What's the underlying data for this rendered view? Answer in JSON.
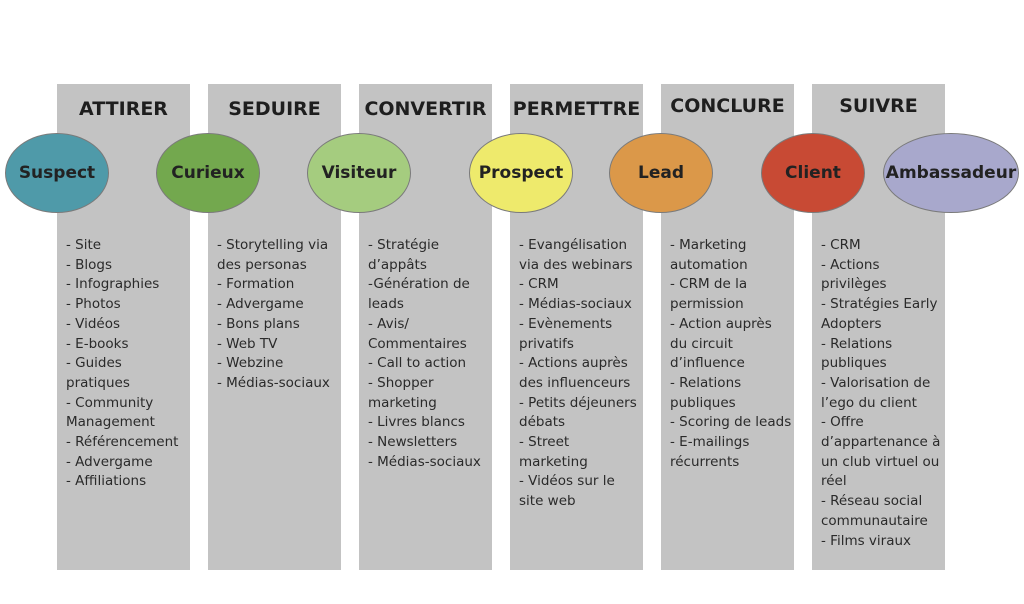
{
  "phases": [
    {
      "title": "ATTIRER",
      "items": [
        "- Site",
        "- Blogs",
        "- Infographies",
        "- Photos",
        "- Vidéos",
        "- E-books",
        "- Guides pratiques",
        "- Community Management",
        "- Référencement",
        "- Advergame",
        "- Affiliations"
      ]
    },
    {
      "title": "SEDUIRE",
      "items": [
        "- Storytelling via des personas",
        "- Formation",
        "- Advergame",
        "- Bons plans",
        "- Web TV",
        "- Webzine",
        "- Médias-sociaux"
      ]
    },
    {
      "title": "CONVERTIR",
      "items": [
        "- Stratégie d’appâts",
        "-Génération de leads",
        "- Avis/ Commentaires",
        "- Call to action",
        "- Shopper marketing",
        "- Livres blancs",
        "- Newsletters",
        "- Médias-sociaux"
      ]
    },
    {
      "title": "PERMETTRE",
      "items": [
        "- Evangélisation via des webinars",
        "- CRM",
        "- Médias-sociaux",
        "- Evènements privatifs",
        "- Actions auprès des influenceurs",
        "- Petits déjeuners débats",
        "- Street marketing",
        "- Vidéos sur le site web"
      ]
    },
    {
      "title": "CONCLURE",
      "items": [
        "- Marketing automation",
        "- CRM de la permission",
        "- Action auprès du circuit d’influence",
        "- Relations publiques",
        "- Scoring de leads",
        "- E-mailings récurrents"
      ]
    },
    {
      "title": "SUIVRE",
      "items": [
        "- CRM",
        "- Actions privilèges",
        "- Stratégies Early Adopters",
        "- Relations publiques",
        "- Valorisation de l’ego du client",
        "- Offre d’appartenance à un club virtuel ou réel",
        "- Réseau social communautaire",
        "- Films viraux"
      ]
    }
  ],
  "stages": [
    {
      "label": "Suspect",
      "color": "#4f9aa9"
    },
    {
      "label": "Curieux",
      "color": "#73a84e"
    },
    {
      "label": "Visiteur",
      "color": "#a5cc7f"
    },
    {
      "label": "Prospect",
      "color": "#eeea6c"
    },
    {
      "label": "Lead",
      "color": "#db9849"
    },
    {
      "label": "Client",
      "color": "#c84a34"
    },
    {
      "label": "Ambassadeur",
      "color": "#a8a8cc"
    }
  ]
}
